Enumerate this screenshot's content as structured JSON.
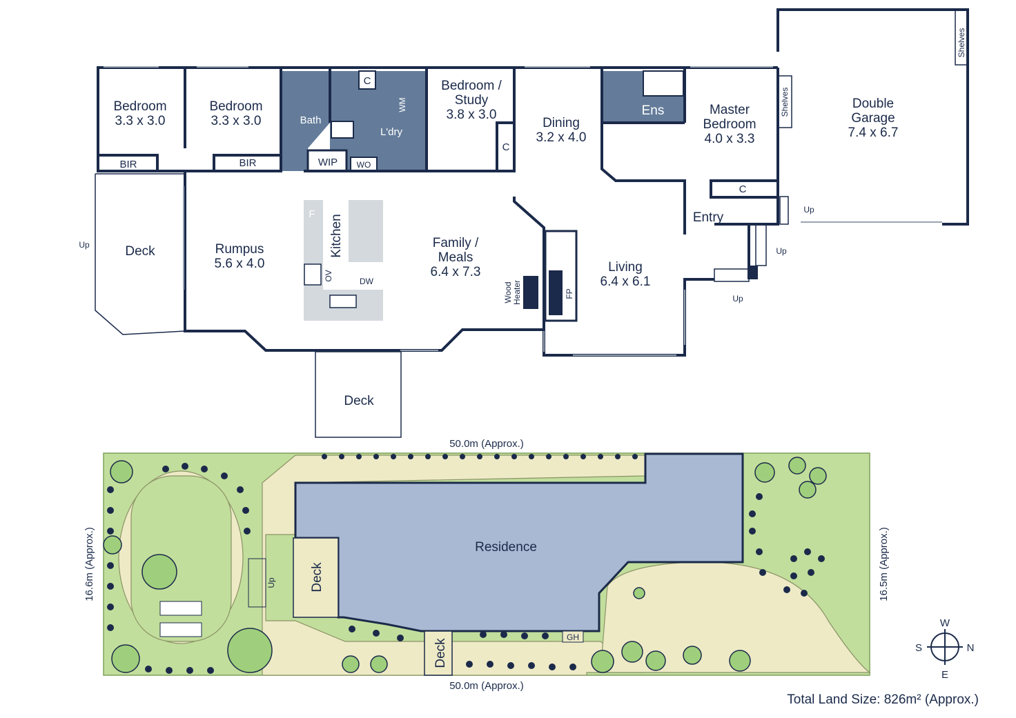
{
  "floor_plan": {
    "rooms": {
      "bedroom1": {
        "name": "Bedroom",
        "size": "3.3 x 3.0"
      },
      "bedroom2": {
        "name": "Bedroom",
        "size": "3.3 x 3.0"
      },
      "bath": "Bath",
      "laundry": "L'dry",
      "wm": "WM",
      "c1": "C",
      "wip": "WIP",
      "wo": "WO",
      "bedroom_study": {
        "name1": "Bedroom /",
        "name2": "Study",
        "size": "3.8 x 3.0"
      },
      "c2": "C",
      "dining": {
        "name": "Dining",
        "size": "3.2 x 4.0"
      },
      "ens": "Ens",
      "master": {
        "name1": "Master",
        "name2": "Bedroom",
        "size": "4.0 x 3.3"
      },
      "c3": "C",
      "garage": {
        "name1": "Double",
        "name2": "Garage",
        "size": "7.4 x 6.7"
      },
      "shelves1": "Shelves",
      "shelves2": "Shelves",
      "bir1": "BIR",
      "bir2": "BIR",
      "deck_left": "Deck",
      "rumpus": {
        "name": "Rumpus",
        "size": "5.6 x 4.0"
      },
      "kitchen": "Kitchen",
      "f": "F",
      "ov": "OV",
      "dw": "DW",
      "family": {
        "name1": "Family /",
        "name2": "Meals",
        "size": "6.4 x 7.3"
      },
      "wood_heater1": "Wood",
      "wood_heater2": "Heater",
      "fp": "FP",
      "living": {
        "name": "Living",
        "size": "6.4 x 6.1"
      },
      "entry": "Entry",
      "deck_bottom": "Deck"
    },
    "up_labels": [
      "Up",
      "Up",
      "Up",
      "Up"
    ]
  },
  "site_plan": {
    "width_top": "50.0m (Approx.)",
    "width_bottom": "50.0m (Approx.)",
    "depth_left": "16.6m (Approx.)",
    "depth_right": "16.5m (Approx.)",
    "residence": "Residence",
    "deck1": "Deck",
    "deck2": "Deck",
    "gh": "GH",
    "up": "Up"
  },
  "compass": {
    "n": "N",
    "s": "S",
    "e": "E",
    "w": "W"
  },
  "total_land_size": "Total Land Size: 826m²  (Approx.)"
}
